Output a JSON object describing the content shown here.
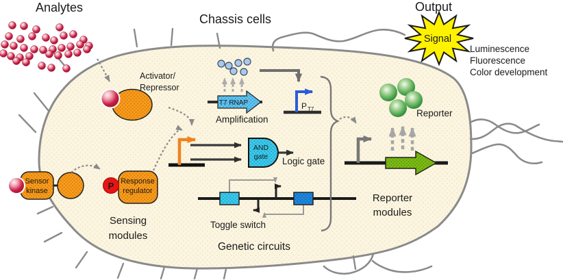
{
  "colors": {
    "sensing_accent": "#F6941F",
    "circuits_accent": "#3161D9",
    "reporter_accent": "#21A149",
    "signal_yellow": "#FFF200",
    "analyte_red": "#C21840",
    "cell_fill": "#FBF5E0",
    "membrane_gray": "#8A8A8A"
  },
  "headers": {
    "analytes": "Analytes",
    "chassis_cells": "Chassis cells",
    "output": "Output"
  },
  "output": {
    "signal": "Signal",
    "modes": [
      "Luminescence",
      "Fluorescence",
      "Color development"
    ]
  },
  "sensing": {
    "activator_line1": "Activator/",
    "activator_line2": "Repressor",
    "sensor_kinase_line1": "Sensor",
    "sensor_kinase_line2": "kinase",
    "phosphate": "P",
    "response_regulator_line1": "Response",
    "response_regulator_line2": "regulator",
    "module_line1": "Sensing",
    "module_line2": "modules"
  },
  "circuits": {
    "t7_gene": "T7 RNAP",
    "amplification": "Amplification",
    "pt7_main": "P",
    "pt7_sub": "T7",
    "and_line1": "AND",
    "and_line2": "gate",
    "logic_gate": "Logic gate",
    "toggle_switch": "Toggle switch",
    "module_label": "Genetic circuits"
  },
  "reporter": {
    "reporter_label": "Reporter",
    "module_line1": "Reporter",
    "module_line2": "modules"
  }
}
